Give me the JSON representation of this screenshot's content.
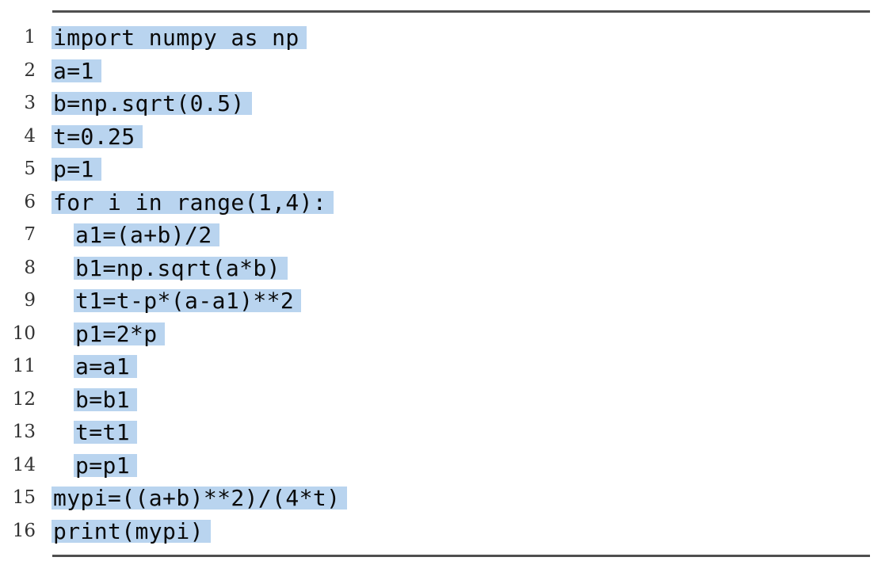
{
  "listing": {
    "language": "python",
    "colors": {
      "highlight": "#b9d4ef",
      "rule": "#4f4f4f",
      "code_text": "#0a0a0a",
      "line_number": "#333333"
    },
    "lines": [
      {
        "num": "1",
        "text": "import numpy as np",
        "indent": 0
      },
      {
        "num": "2",
        "text": "a=1",
        "indent": 0
      },
      {
        "num": "3",
        "text": "b=np.sqrt(0.5)",
        "indent": 0
      },
      {
        "num": "4",
        "text": "t=0.25",
        "indent": 0
      },
      {
        "num": "5",
        "text": "p=1",
        "indent": 0
      },
      {
        "num": "6",
        "text": "for i in range(1,4):",
        "indent": 0
      },
      {
        "num": "7",
        "text": "a1=(a+b)/2",
        "indent": 1
      },
      {
        "num": "8",
        "text": "b1=np.sqrt(a*b)",
        "indent": 1
      },
      {
        "num": "9",
        "text": "t1=t-p*(a-a1)**2",
        "indent": 1
      },
      {
        "num": "10",
        "text": "p1=2*p",
        "indent": 1
      },
      {
        "num": "11",
        "text": "a=a1",
        "indent": 1
      },
      {
        "num": "12",
        "text": "b=b1",
        "indent": 1
      },
      {
        "num": "13",
        "text": "t=t1",
        "indent": 1
      },
      {
        "num": "14",
        "text": "p=p1",
        "indent": 1
      },
      {
        "num": "15",
        "text": "mypi=((a+b)**2)/(4*t)",
        "indent": 0
      },
      {
        "num": "16",
        "text": "print(mypi)",
        "indent": 0
      }
    ]
  }
}
